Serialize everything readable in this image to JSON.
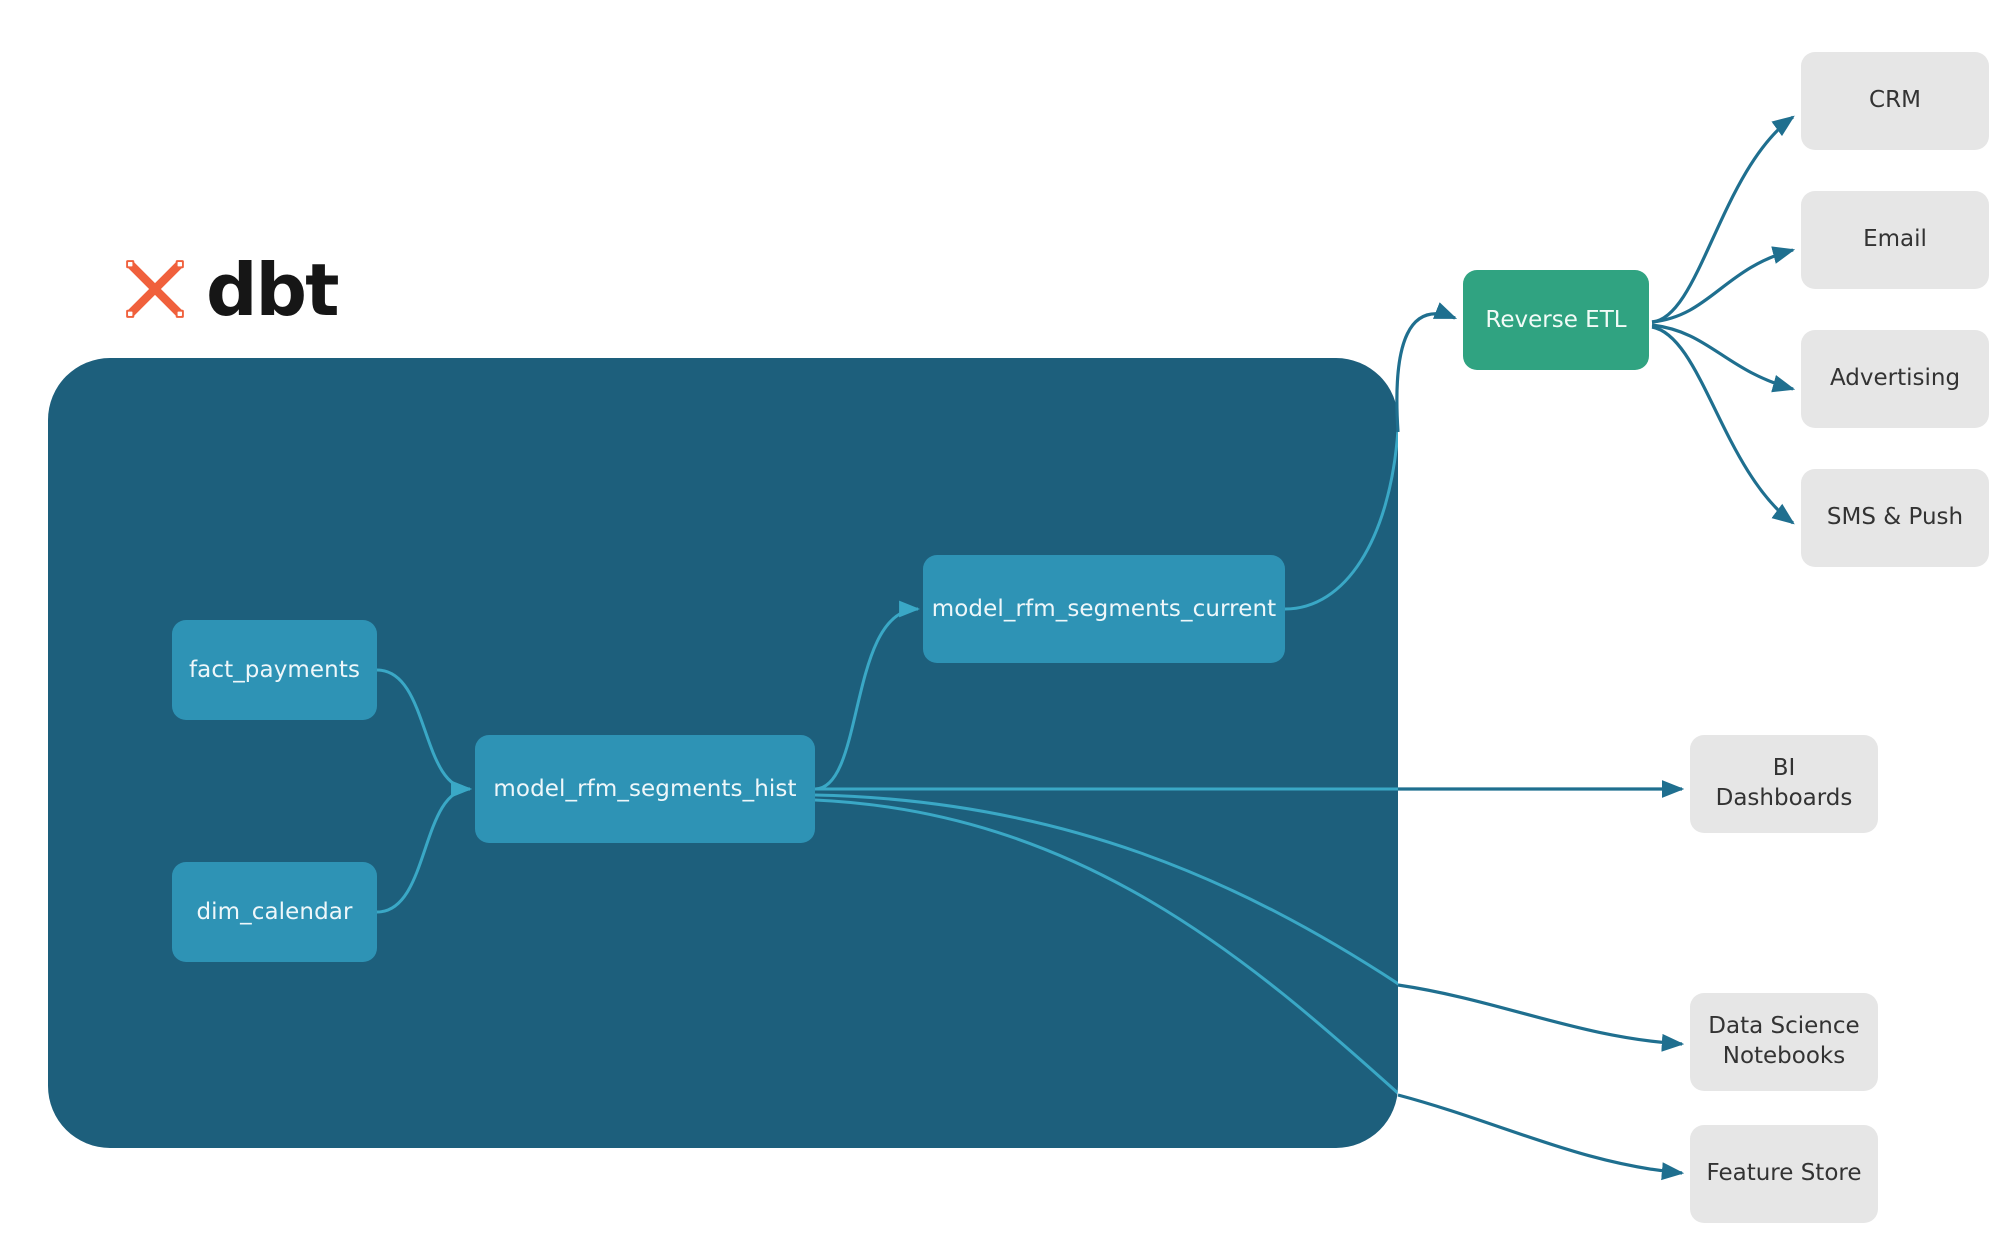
{
  "brand": {
    "wordmark": "dbt",
    "logo_icon": "dbt-x-mark-icon",
    "logo_color": "#f0603c"
  },
  "colors": {
    "container_bg": "#1d5f7c",
    "model_node_bg": "#2e93b5",
    "reverse_etl_bg": "#30a381",
    "destination_bg": "#e6e6e6",
    "edge_outer": "#1f6f8f",
    "edge_inner": "#3aa8c6",
    "page_bg": "#ffffff"
  },
  "container": {
    "name": "dbt project boundary"
  },
  "models": [
    {
      "id": "fact_payments",
      "label": "fact_payments"
    },
    {
      "id": "dim_calendar",
      "label": "dim_calendar"
    },
    {
      "id": "model_rfm_segments_hist",
      "label": "model_rfm_segments_hist"
    },
    {
      "id": "model_rfm_segments_current",
      "label": "model_rfm_segments_current"
    }
  ],
  "reverse_etl": {
    "label": "Reverse ETL"
  },
  "activation_destinations": [
    {
      "id": "crm",
      "label": "CRM"
    },
    {
      "id": "email",
      "label": "Email"
    },
    {
      "id": "advertising",
      "label": "Advertising"
    },
    {
      "id": "sms_push",
      "label": "SMS & Push"
    }
  ],
  "analytics_destinations": [
    {
      "id": "bi_dashboards",
      "label": "BI Dashboards"
    },
    {
      "id": "data_science_notebooks",
      "label": "Data Science\nNotebooks"
    },
    {
      "id": "feature_store",
      "label": "Feature Store"
    }
  ],
  "edges": [
    {
      "from": "fact_payments",
      "to": "model_rfm_segments_hist"
    },
    {
      "from": "dim_calendar",
      "to": "model_rfm_segments_hist"
    },
    {
      "from": "model_rfm_segments_hist",
      "to": "model_rfm_segments_current"
    },
    {
      "from": "model_rfm_segments_current",
      "to": "reverse_etl"
    },
    {
      "from": "reverse_etl",
      "to": "crm"
    },
    {
      "from": "reverse_etl",
      "to": "email"
    },
    {
      "from": "reverse_etl",
      "to": "advertising"
    },
    {
      "from": "reverse_etl",
      "to": "sms_push"
    },
    {
      "from": "model_rfm_segments_hist",
      "to": "bi_dashboards"
    },
    {
      "from": "model_rfm_segments_hist",
      "to": "data_science_notebooks"
    },
    {
      "from": "model_rfm_segments_hist",
      "to": "feature_store"
    }
  ]
}
